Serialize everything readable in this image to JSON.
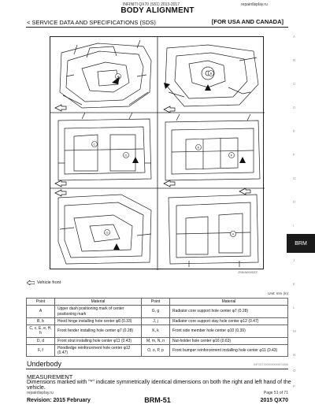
{
  "header": {
    "model_line": "INFINITI QX70 (S51) 2013-2017",
    "site": "repairdisplay.ru",
    "title": "BODY ALIGNMENT",
    "section": "< SERVICE DATA AND SPECIFICATIONS (SDS)",
    "region": "[FOR USA AND CANADA]"
  },
  "side_index": [
    "A",
    "B",
    "C",
    "D",
    "E",
    "F",
    "G",
    "H",
    "I",
    "J",
    "K",
    "L",
    "M",
    "N",
    "O",
    "P"
  ],
  "side_tab": "BRM",
  "figure": {
    "code": "JSKIA0000ZZ",
    "callouts": [
      "A",
      "B",
      "C",
      "D",
      "E",
      "F",
      "G",
      "H",
      "I",
      "J",
      "K",
      "L",
      "M",
      "N",
      "O",
      "P"
    ]
  },
  "legend": {
    "text": "Vehicle front"
  },
  "unit": "Unit: mm (in)",
  "table": {
    "headers": [
      "Point",
      "Material",
      "Point",
      "Material"
    ],
    "rows": [
      [
        "A",
        "Upper dash positioning mark of center positioning mark",
        "G, g",
        "Radiator core support hole center φ7 (0.28)"
      ],
      [
        "B, b",
        "Hood hinge installing hole center φ8 (0.33)",
        "J, j",
        "Radiator core support stay hole center φ12 (0.47)"
      ],
      [
        "C, c, E, e, H, h",
        "Front fender installing hole center φ7 (0.28)",
        "K, k",
        "Front side member hole center φ10 (0.39)"
      ],
      [
        "D, d",
        "Front strut installing hole center φ11 (0.43)",
        "M, m, N, n",
        "Nut-holder hole center φ16 (0.63)"
      ],
      [
        "F, f",
        "Hoodledge reinforcement hole center φ12 (0.47)",
        "O, o, P, p",
        "Front bumper reinforcement installing hole center φ11 (0.43)"
      ]
    ]
  },
  "underbody": {
    "title": "Underbody",
    "code": "INFOID:0000000009674568",
    "subtitle": "MEASUREMENT",
    "text": "Dimensions marked with \"*\" indicate symmetrically identical dimensions on both the right and left hand of the vehicle."
  },
  "footer": {
    "site": "repairdisplay.ru",
    "page": "Page 51 of 71",
    "revision": "Revision: 2015 February",
    "page_code": "BRM-51",
    "model": "2015 QX70"
  }
}
